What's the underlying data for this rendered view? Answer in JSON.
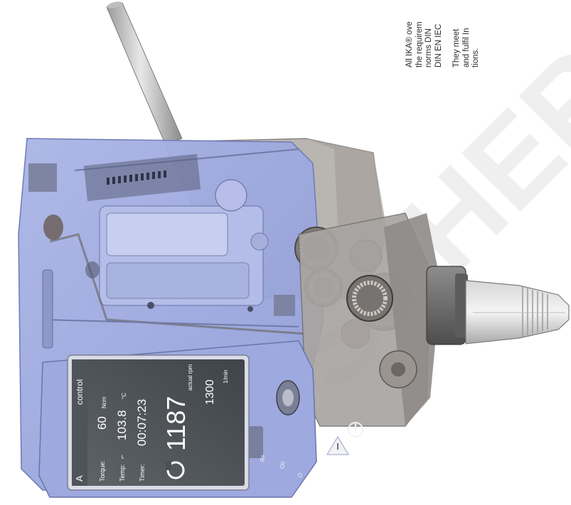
{
  "side_text": {
    "para1": [
      "All IKA® ove",
      "the requirem",
      "norms DIN",
      "DIN EN IEC"
    ],
    "para2": [
      "They meet",
      "and fulfil In",
      "tions."
    ]
  },
  "display": {
    "brand": "control",
    "mode": "A",
    "torque_label": "Torque:",
    "torque_value": "60",
    "torque_unit": "Ncm",
    "temp_label": "Temp:",
    "temp_value": "103.8",
    "temp_unit": "°C",
    "timer_label": "Timer:",
    "timer_value": "00:07:23",
    "speed_value": "1187",
    "speed_caption": "actual rpm",
    "setpoint_value": "1300",
    "setpoint_unit": "1/min"
  },
  "watermark": "SCHER"
}
